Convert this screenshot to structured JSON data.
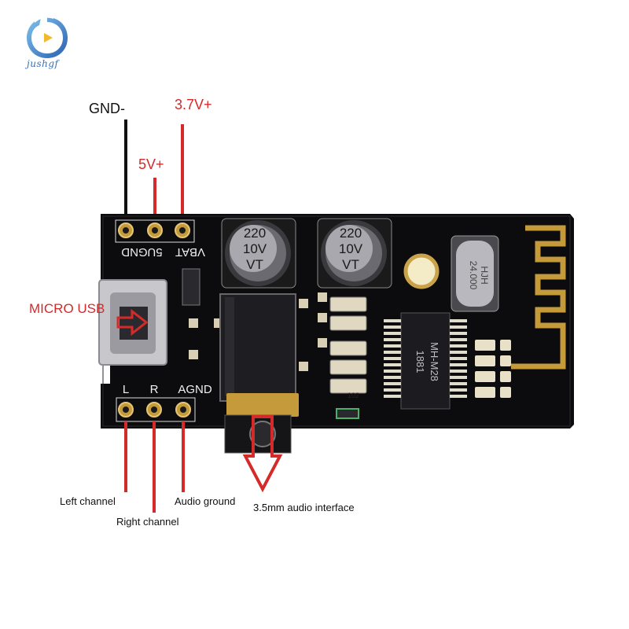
{
  "logo": {
    "text": "jushgf"
  },
  "annotations": {
    "gnd": "GND-",
    "v37": "3.7V+",
    "v5": "5V+",
    "micro_usb": "MICRO USB",
    "left_channel": "Left channel",
    "right_channel": "Right channel",
    "audio_ground": "Audio ground",
    "audio_interface": "3.5mm audio interface"
  },
  "silkscreen": {
    "top_pins": [
      "GND",
      "5U",
      "VBAT"
    ],
    "bottom_pins": [
      "L",
      "R",
      "AGND"
    ],
    "capacitor": [
      "220",
      "10V",
      "VT"
    ],
    "chip": [
      "MH-M28",
      "1881"
    ],
    "crystal": [
      "24.000",
      "HJH"
    ],
    "resistor_code": "102"
  },
  "colors": {
    "red": "#d42a2a",
    "black": "#111111",
    "board": "#0c0c0e",
    "gold": "#c49a3a",
    "logo_blue": "#3a6fb4"
  }
}
